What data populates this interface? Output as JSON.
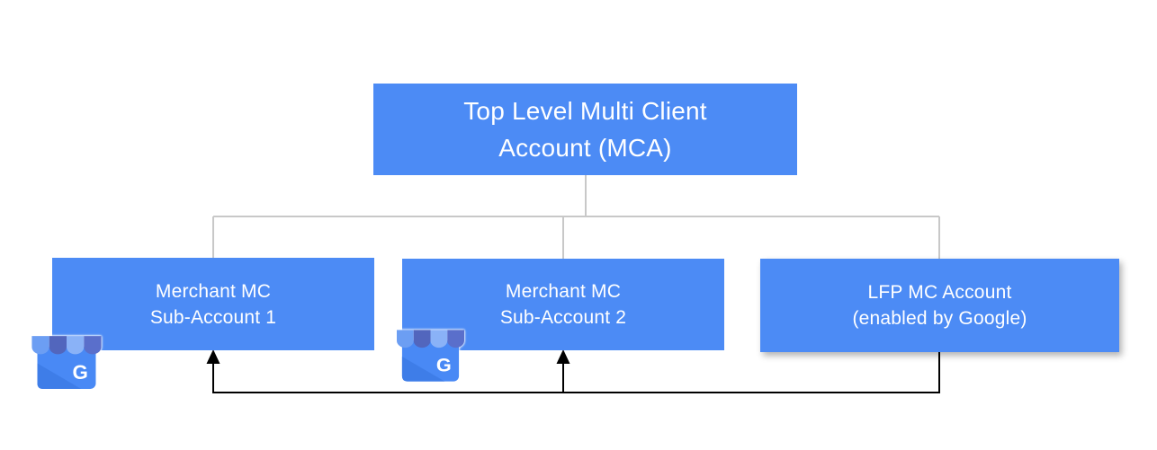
{
  "diagram": {
    "background_color": "#ffffff",
    "nodes": {
      "mca": {
        "lines": [
          "Top Level Multi Client",
          "Account (MCA)"
        ]
      },
      "sub1": {
        "lines": [
          "Merchant MC",
          "Sub-Account 1"
        ]
      },
      "sub2": {
        "lines": [
          "Merchant MC",
          "Sub-Account 2"
        ]
      },
      "lfp": {
        "lines": [
          "LFP MC Account",
          "(enabled by Google)"
        ]
      }
    },
    "edges": {
      "tree_parent_child": [
        [
          "Top Level Multi Client Account (MCA)",
          "Merchant MC Sub-Account 1"
        ],
        [
          "Top Level Multi Client Account (MCA)",
          "Merchant MC Sub-Account 2"
        ],
        [
          "Top Level Multi Client Account (MCA)",
          "LFP MC Account (enabled by Google)"
        ]
      ],
      "black_arrows": [
        [
          "LFP MC Account (enabled by Google)",
          "Merchant MC Sub-Account 1"
        ],
        [
          "LFP MC Account (enabled by Google)",
          "Merchant MC Sub-Account 2"
        ]
      ]
    },
    "colors": {
      "node_fill": "#4C8BF5",
      "node_text": "#FFFFFF",
      "tree_line": "#C8C8C8",
      "arrow_line": "#000000"
    },
    "icons": {
      "business_icon_name": "google-my-business-icon",
      "letter": "G"
    }
  }
}
